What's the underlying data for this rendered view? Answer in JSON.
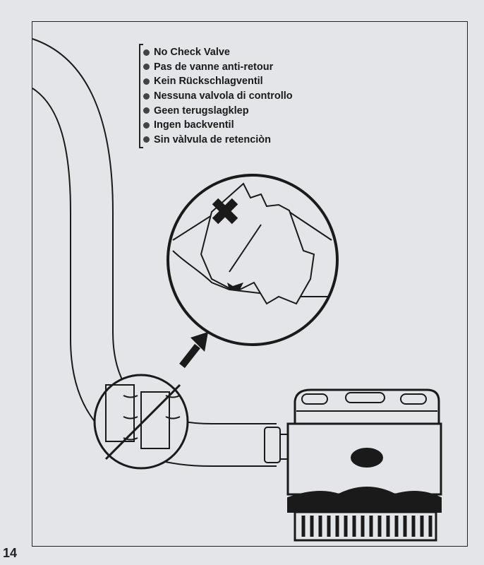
{
  "legend": {
    "items": [
      "No Check Valve",
      "Pas de vanne anti-retour",
      "Kein Rückschlagventil",
      "Nessuna valvola di controllo",
      "Geen terugslagklep",
      "Ingen backventil",
      "Sin vàlvula de retenciòn"
    ]
  },
  "page_number": "14",
  "colors": {
    "background": "#e3e5e8",
    "ink": "#1a1a1a"
  }
}
